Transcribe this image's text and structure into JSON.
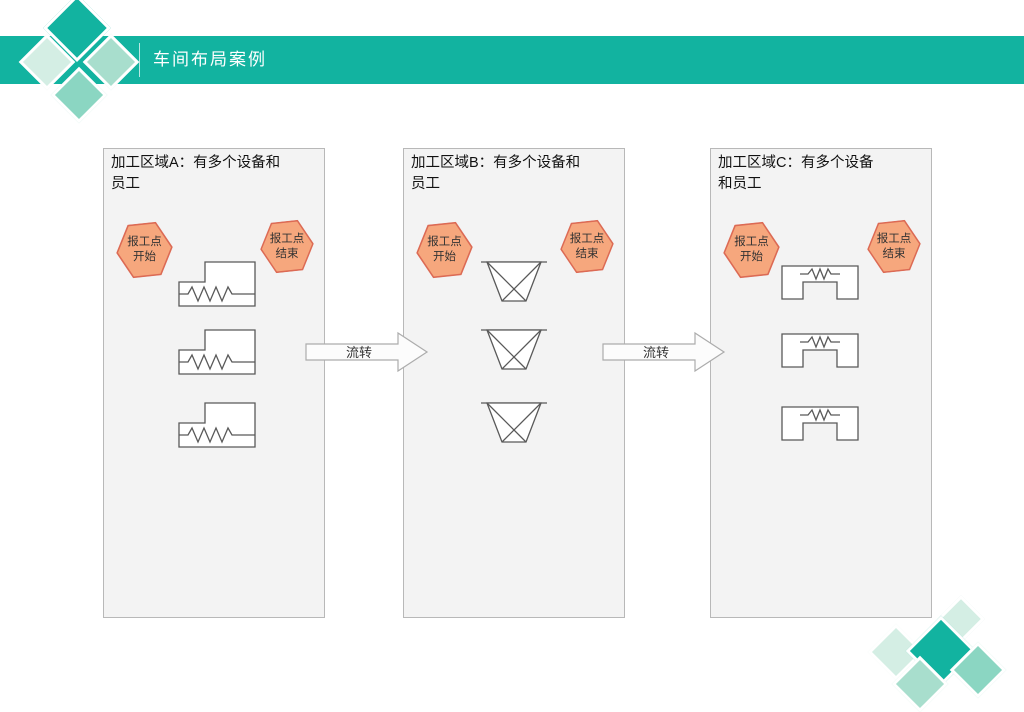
{
  "header": {
    "title": "车间布局案例"
  },
  "panels": [
    {
      "title_line1": "加工区域A：有多个设备和",
      "title_line2": "员工",
      "machine_icon": "cnc-machine-icon",
      "machine_count": 3
    },
    {
      "title_line1": "加工区域B：有多个设备和",
      "title_line2": "员工",
      "machine_icon": "hopper-machine-icon",
      "machine_count": 3
    },
    {
      "title_line1": "加工区域C：有多个设备",
      "title_line2": "和员工",
      "machine_icon": "press-machine-icon",
      "machine_count": 3
    }
  ],
  "checkpoints": {
    "start": {
      "line1": "报工点",
      "line2": "开始"
    },
    "end": {
      "line1": "报工点",
      "line2": "结束"
    }
  },
  "flow_arrows": [
    {
      "label": "流转"
    },
    {
      "label": "流转"
    }
  ],
  "icons": {
    "checkpoint": "hexagon-icon",
    "flow": "right-arrow-icon",
    "decor": "diamond-icon"
  },
  "colors": {
    "accent_teal": "#12B3A0",
    "diamond_light": "#A8DECD",
    "diamond_lighter": "#D4EEE4",
    "diamond_mid": "#8BD6C2",
    "hex_fill": "#F6A77D",
    "hex_stroke": "#DC6A54",
    "panel_bg": "#F3F3F3",
    "panel_border": "#B8B8B8",
    "machine_stroke": "#595959",
    "arrow_fill": "#FCFCFC",
    "arrow_stroke": "#ACACAC",
    "slide_title_color": "#FFFFFF",
    "text_color": "#1A1A1A"
  }
}
